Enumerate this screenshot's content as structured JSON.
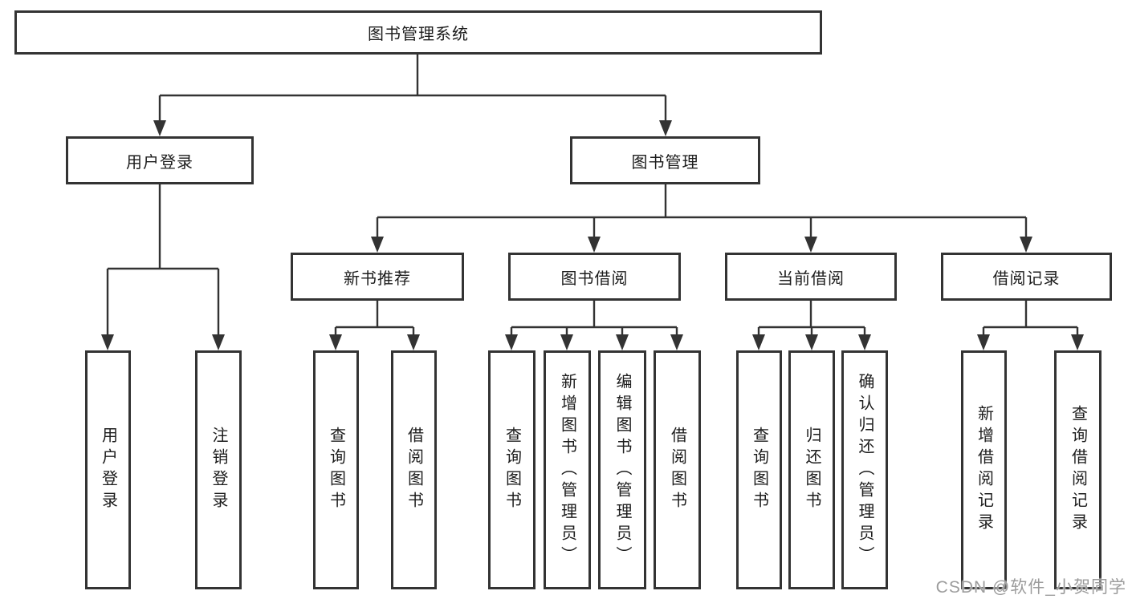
{
  "tree": {
    "root": "图书管理系统",
    "user_login": {
      "label": "用户登录",
      "children": [
        "用户登录",
        "注销登录"
      ]
    },
    "book_mgmt": {
      "label": "图书管理",
      "sections": [
        {
          "label": "新书推荐",
          "children": [
            "查询图书",
            "借阅图书"
          ]
        },
        {
          "label": "图书借阅",
          "children": [
            "查询图书",
            "新增图书（管理员）",
            "编辑图书（管理员）",
            "借阅图书"
          ]
        },
        {
          "label": "当前借阅",
          "children": [
            "查询图书",
            "归还图书",
            "确认归还（管理员）"
          ]
        },
        {
          "label": "借阅记录",
          "children": [
            "新增借阅记录",
            "查询借阅记录"
          ]
        }
      ]
    }
  },
  "watermark": "CSDN @软件_小贺同学",
  "colors": {
    "line": "#333333",
    "text": "#1c1c1c",
    "watermark": "#9c9c9c",
    "background": "#ffffff"
  }
}
